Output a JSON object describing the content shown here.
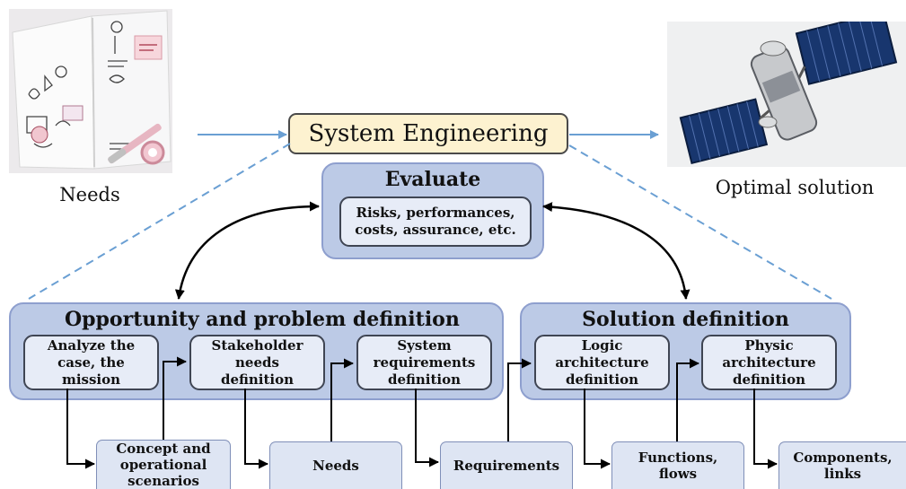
{
  "header": {
    "title": "System Engineering"
  },
  "inputs": {
    "needs_caption": "Needs",
    "solution_caption": "Optimal solution"
  },
  "evaluate": {
    "title": "Evaluate",
    "criteria": "Risks, performances,\ncosts, assurance, etc."
  },
  "opportunity": {
    "title": "Opportunity and problem definition",
    "steps": [
      "Analyze the\ncase, the\nmission",
      "Stakeholder\nneeds\ndefinition",
      "System\nrequirements\ndefinition"
    ]
  },
  "solution": {
    "title": "Solution definition",
    "steps": [
      "Logic\narchitecture\ndefinition",
      "Physic\narchitecture\ndefinition"
    ]
  },
  "outputs": [
    "Concept and\noperational\nscenarios",
    "Needs",
    "Requirements",
    "Functions,\nflows",
    "Components,\nlinks"
  ],
  "colors": {
    "panel_fill": "#bccae6",
    "panel_border": "#8e9fce",
    "title_box_fill": "#fdf2d0",
    "flow_arrow": "#6a9fd3",
    "connector": "#000000"
  }
}
